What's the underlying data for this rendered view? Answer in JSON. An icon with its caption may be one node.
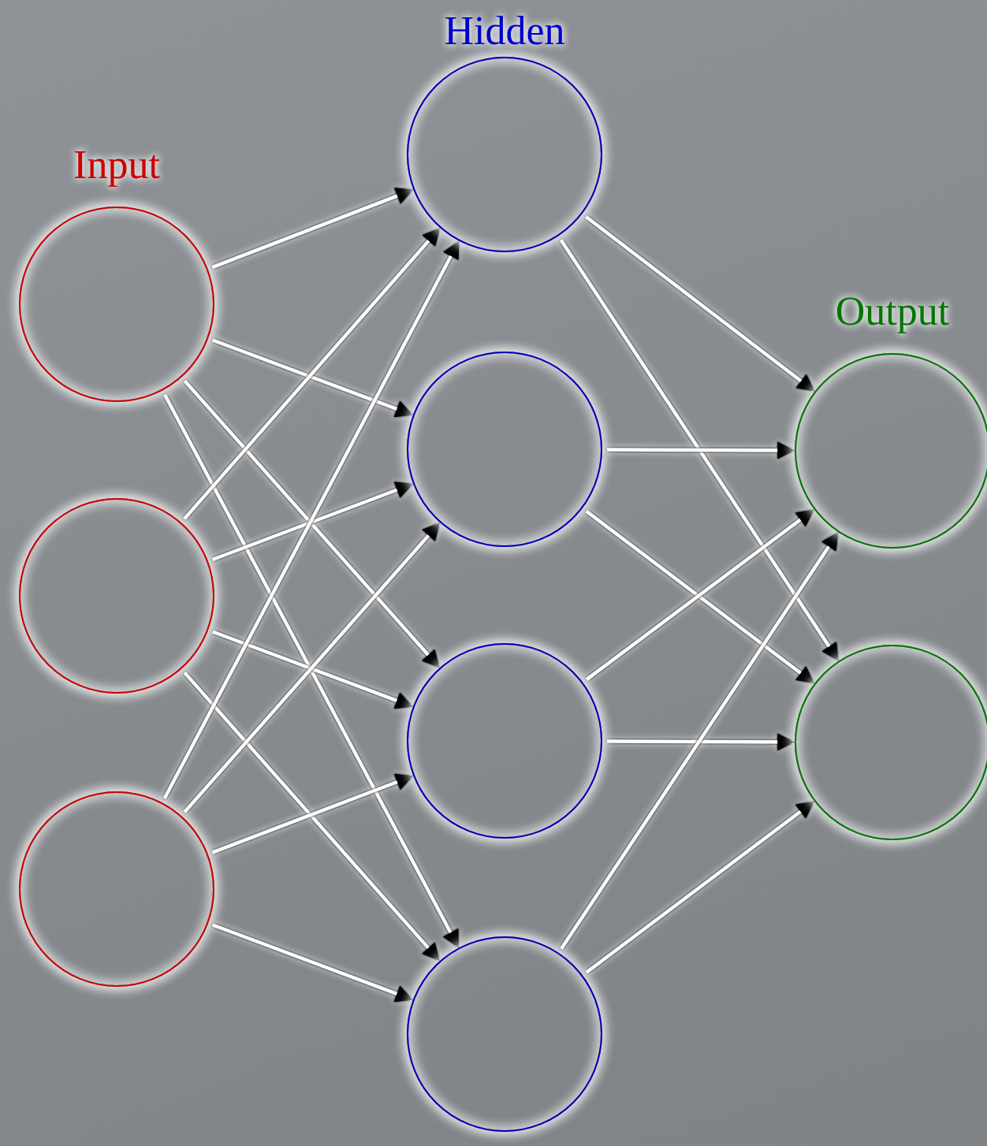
{
  "diagram": {
    "nodes": [
      {
        "text": [],
        "shape": "circle"
      },
      {
        "text": [],
        "shape": "circle"
      },
      {
        "text": [],
        "shape": "circle"
      },
      {
        "text": [],
        "shape": "circle"
      },
      {
        "text": [],
        "shape": "circle"
      },
      {
        "text": [],
        "shape": "circle"
      },
      {
        "text": [],
        "shape": "circle"
      },
      {
        "text": [],
        "shape": "circle"
      },
      {
        "text": [],
        "shape": "circle"
      }
    ],
    "edges": [
      {
        "from": 0,
        "to": 3,
        "arrow": "to"
      },
      {
        "from": 0,
        "to": 4,
        "arrow": "to"
      },
      {
        "from": 0,
        "to": 5,
        "arrow": "to"
      },
      {
        "from": 0,
        "to": 6,
        "arrow": "to"
      },
      {
        "from": 1,
        "to": 3,
        "arrow": "to"
      },
      {
        "from": 1,
        "to": 4,
        "arrow": "to"
      },
      {
        "from": 1,
        "to": 5,
        "arrow": "to"
      },
      {
        "from": 1,
        "to": 6,
        "arrow": "to"
      },
      {
        "from": 2,
        "to": 3,
        "arrow": "to"
      },
      {
        "from": 2,
        "to": 4,
        "arrow": "to"
      },
      {
        "from": 2,
        "to": 5,
        "arrow": "to"
      },
      {
        "from": 2,
        "to": 6,
        "arrow": "to"
      },
      {
        "from": 3,
        "to": 7,
        "arrow": "to"
      },
      {
        "from": 3,
        "to": 8,
        "arrow": "to"
      },
      {
        "from": 4,
        "to": 7,
        "arrow": "to"
      },
      {
        "from": 4,
        "to": 8,
        "arrow": "to"
      },
      {
        "from": 5,
        "to": 7,
        "arrow": "to"
      },
      {
        "from": 5,
        "to": 8,
        "arrow": "to"
      },
      {
        "from": 6,
        "to": 7,
        "arrow": "to"
      },
      {
        "from": 6,
        "to": 8,
        "arrow": "to"
      }
    ],
    "labels": [
      "Hidden",
      "Input",
      "Output"
    ]
  }
}
